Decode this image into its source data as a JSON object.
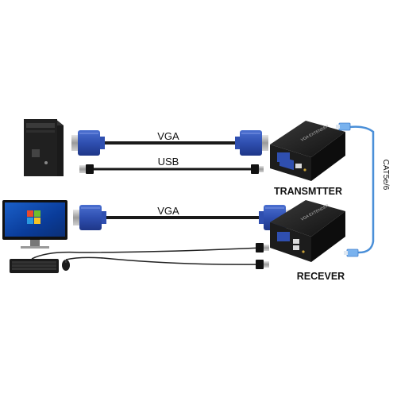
{
  "labels": {
    "vga_top": "VGA",
    "usb": "USB",
    "vga_bottom": "VGA",
    "transmitter": "TRANSMTTER",
    "receiver": "RECEVER",
    "network_cable": "CAT5e/6"
  },
  "device_text": {
    "transmitter_face": "VGA EXTENDER",
    "receiver_face": "VGA EXTENDER"
  },
  "colors": {
    "vga_connector": "#2f4fb0",
    "network_cable": "#4a8fd8",
    "device_body": "#151515",
    "label_text": "#111111"
  },
  "icons": {
    "pc": "tower-computer",
    "monitor": "monitor-windows",
    "keyboard": "keyboard",
    "mouse": "mouse"
  }
}
